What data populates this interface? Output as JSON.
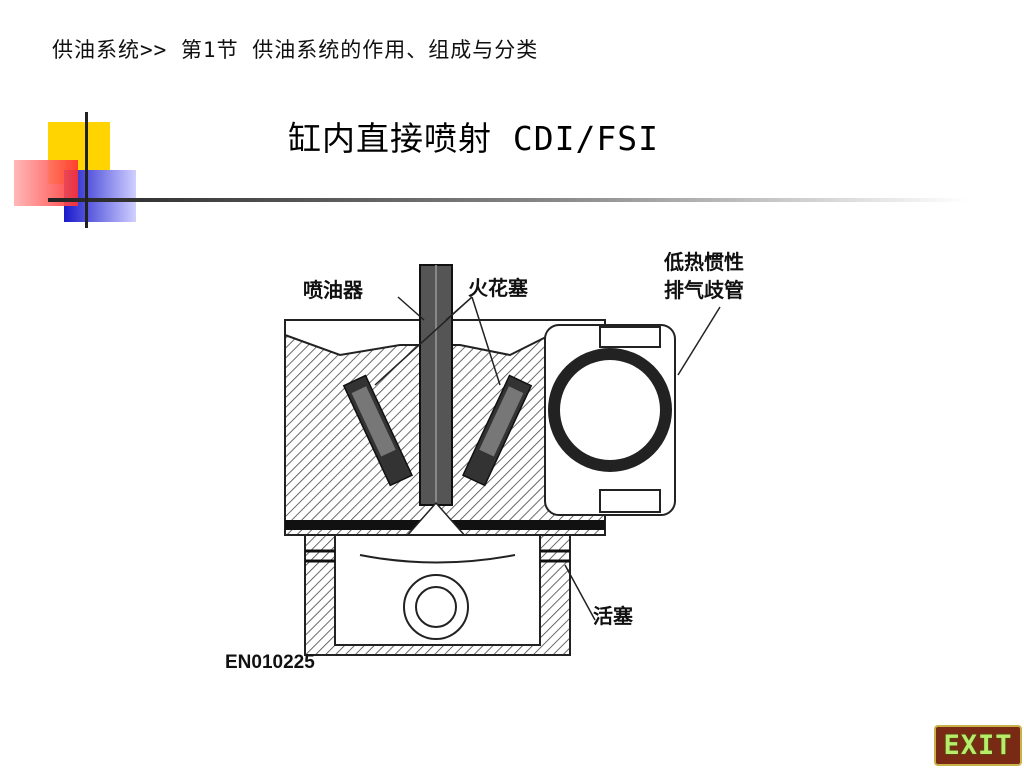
{
  "header": {
    "breadcrumb": "供油系统>> 第1节 供油系统的作用、组成与分类",
    "title": "缸内直接喷射 CDI/FSI"
  },
  "figure": {
    "labels": {
      "injector": "喷油器",
      "spark_plug": "火花塞",
      "manifold_line1": "低热惯性",
      "manifold_line2": "排气歧管",
      "piston": "活塞"
    },
    "code": "EN010225"
  },
  "nav": {
    "exit_label": "EXIT"
  },
  "colors": {
    "accent_yellow": "#ffd400",
    "accent_red": "#ff4a4a",
    "accent_blue": "#2a2ad0",
    "exit_bg": "#7a2a14",
    "exit_text": "#b8ec6a"
  }
}
